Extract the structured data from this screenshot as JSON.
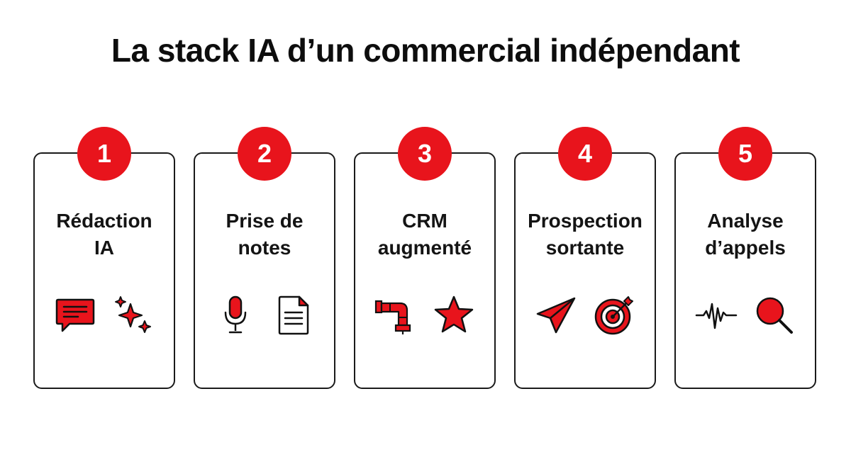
{
  "title": "La stack IA d’un commercial indépendant",
  "colors": {
    "accent": "#e8141c",
    "outline": "#1a1a1a"
  },
  "cards": [
    {
      "number": "1",
      "line1": "Rédaction",
      "line2": "IA",
      "icons": [
        "chat-bubble-icon",
        "sparkles-icon"
      ]
    },
    {
      "number": "2",
      "line1": "Prise de",
      "line2": "notes",
      "icons": [
        "microphone-icon",
        "document-icon"
      ]
    },
    {
      "number": "3",
      "line1": "CRM",
      "line2": "augmenté",
      "icons": [
        "pipe-icon",
        "star-icon"
      ]
    },
    {
      "number": "4",
      "line1": "Prospection",
      "line2": "sortante",
      "icons": [
        "paper-plane-icon",
        "target-icon"
      ]
    },
    {
      "number": "5",
      "line1": "Analyse",
      "line2": "d’appels",
      "icons": [
        "waveform-icon",
        "magnifier-icon"
      ]
    }
  ]
}
